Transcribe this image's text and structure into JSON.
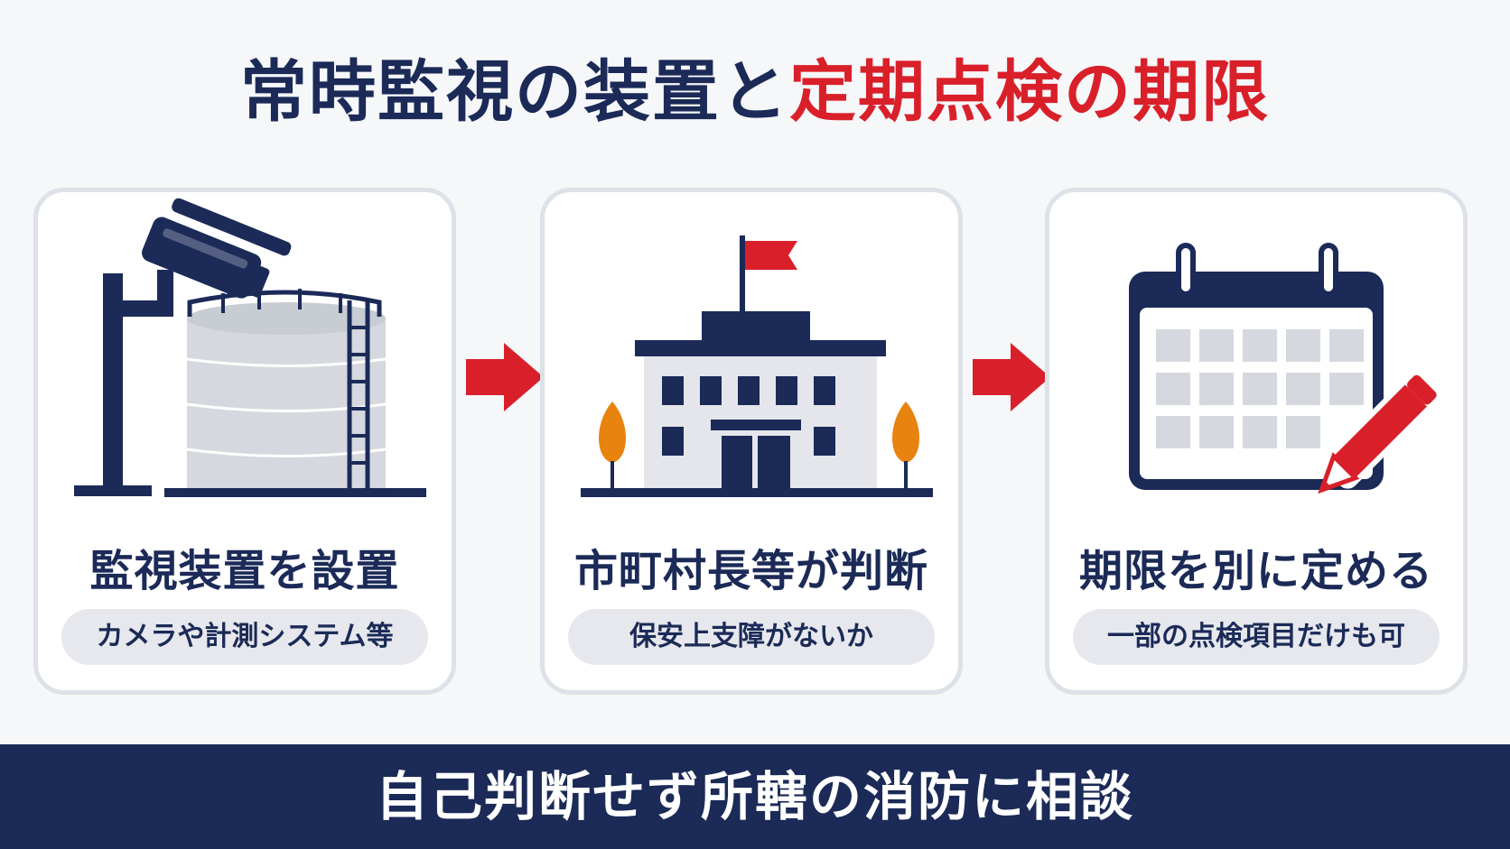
{
  "title": {
    "part1": "常時監視の装置と",
    "part2": "定期点検の期限"
  },
  "steps": [
    {
      "title": "監視装置を設置",
      "subtitle": "カメラや計測システム等",
      "icon": "surveillance-camera-tank-icon"
    },
    {
      "title": "市町村長等が判断",
      "subtitle": "保安上支障がないか",
      "icon": "city-hall-building-icon"
    },
    {
      "title": "期限を別に定める",
      "subtitle": "一部の点検項目だけも可",
      "icon": "calendar-pencil-icon"
    }
  ],
  "arrow_icon": "right-arrow-icon",
  "banner": {
    "text": "自己判断せず所轄の消防に相談"
  },
  "colors": {
    "navy": "#1b2a57",
    "red": "#d9202a",
    "orange": "#e8830f",
    "gray": "#d5d8de",
    "card_border": "#dde1e8"
  }
}
